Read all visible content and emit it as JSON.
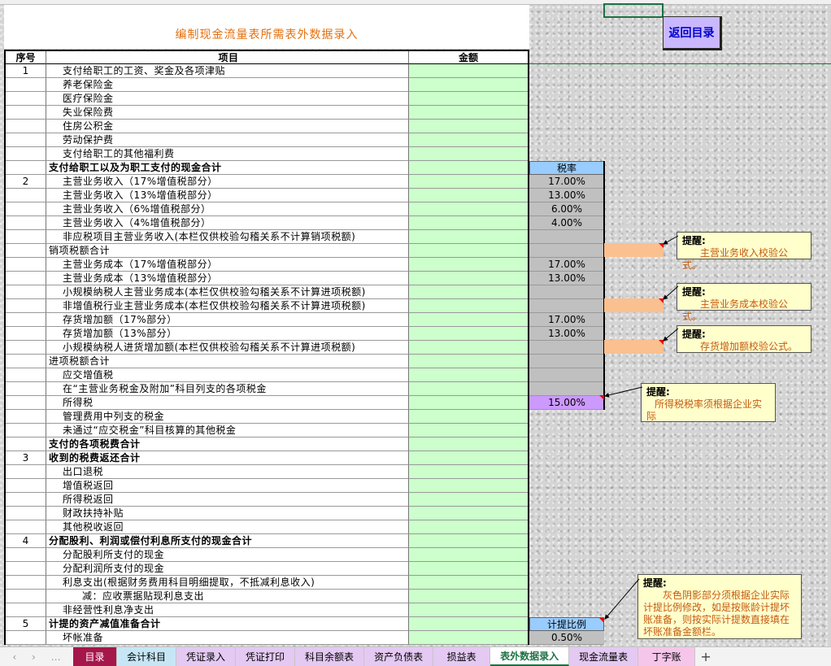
{
  "title": "编制现金流量表所需表外数据录入",
  "return_button": "返回目录",
  "headers": {
    "seq": "序号",
    "item": "项目",
    "amount": "金额"
  },
  "rows": [
    {
      "seq": "1",
      "item": "支付给职工的工资、奖金及各项津贴",
      "style": "ind"
    },
    {
      "seq": "",
      "item": "养老保险金",
      "style": "ind"
    },
    {
      "seq": "",
      "item": "医疗保险金",
      "style": "ind"
    },
    {
      "seq": "",
      "item": "失业保险费",
      "style": "ind"
    },
    {
      "seq": "",
      "item": "住房公积金",
      "style": "ind"
    },
    {
      "seq": "",
      "item": "劳动保护费",
      "style": "ind"
    },
    {
      "seq": "",
      "item": "支付给职工的其他福利费",
      "style": "ind"
    },
    {
      "seq": "",
      "item": "支付给职工以及为职工支付的现金合计",
      "style": "b"
    },
    {
      "seq": "2",
      "item": "主营业务收入（17%增值税部分）",
      "style": "ind"
    },
    {
      "seq": "",
      "item": "主营业务收入（13%增值税部分）",
      "style": "ind"
    },
    {
      "seq": "",
      "item": "主营业务收入（6%增值税部分）",
      "style": "ind"
    },
    {
      "seq": "",
      "item": "主营业务收入（4%增值税部分）",
      "style": "ind"
    },
    {
      "seq": "",
      "item": "非应税项目主营业务收入(本栏仅供校验勾稽关系不计算销项税额)",
      "style": "ind"
    },
    {
      "seq": "",
      "item": "销项税额合计",
      "style": ""
    },
    {
      "seq": "",
      "item": "主营业务成本（17%增值税部分）",
      "style": "ind"
    },
    {
      "seq": "",
      "item": "主营业务成本（13%增值税部分）",
      "style": "ind"
    },
    {
      "seq": "",
      "item": "小规模纳税人主营业务成本(本栏仅供校验勾稽关系不计算进项税额)",
      "style": "ind"
    },
    {
      "seq": "",
      "item": "非增值税行业主营业务成本(本栏仅供校验勾稽关系不计算进项税额)",
      "style": "ind"
    },
    {
      "seq": "",
      "item": "存货增加额（17%部分）",
      "style": "ind"
    },
    {
      "seq": "",
      "item": "存货增加额（13%部分）",
      "style": "ind"
    },
    {
      "seq": "",
      "item": "小规模纳税人进货增加额(本栏仅供校验勾稽关系不计算进项税额)",
      "style": "ind"
    },
    {
      "seq": "",
      "item": "进项税额合计",
      "style": ""
    },
    {
      "seq": "",
      "item": "应交增值税",
      "style": "ind"
    },
    {
      "seq": "",
      "item": "在“主营业务税金及附加”科目列支的各项税金",
      "style": "ind"
    },
    {
      "seq": "",
      "item": "所得税",
      "style": "ind"
    },
    {
      "seq": "",
      "item": "管理费用中列支的税金",
      "style": "ind"
    },
    {
      "seq": "",
      "item": "未通过“应交税金”科目核算的其他税金",
      "style": "ind"
    },
    {
      "seq": "",
      "item": "支付的各项税费合计",
      "style": "b"
    },
    {
      "seq": "3",
      "item": "收到的税费返还合计",
      "style": "b"
    },
    {
      "seq": "",
      "item": "出口退税",
      "style": "ind"
    },
    {
      "seq": "",
      "item": "增值税返回",
      "style": "ind"
    },
    {
      "seq": "",
      "item": "所得税返回",
      "style": "ind"
    },
    {
      "seq": "",
      "item": "财政扶持补贴",
      "style": "ind"
    },
    {
      "seq": "",
      "item": "其他税收返回",
      "style": "ind"
    },
    {
      "seq": "4",
      "item": "分配股利、利润或偿付利息所支付的现金合计",
      "style": "b"
    },
    {
      "seq": "",
      "item": "分配股利所支付的现金",
      "style": "ind"
    },
    {
      "seq": "",
      "item": "分配利润所支付的现金",
      "style": "ind"
    },
    {
      "seq": "",
      "item": "利息支出(根据财务费用科目明细提取，不抵减利息收入)",
      "style": "ind"
    },
    {
      "seq": "",
      "item": "减：应收票据贴现利息支出",
      "style": "ind2"
    },
    {
      "seq": "",
      "item": "非经营性利息净支出",
      "style": "ind"
    },
    {
      "seq": "5",
      "item": "计提的资产减值准备合计",
      "style": "b"
    },
    {
      "seq": "",
      "item": "坏帐准备",
      "style": "ind"
    }
  ],
  "tax_rate": {
    "header": "税率",
    "values": [
      "17.00%",
      "13.00%",
      "6.00%",
      "4.00%",
      "",
      "",
      "17.00%",
      "13.00%",
      "",
      "",
      "17.00%",
      "13.00%",
      "",
      "",
      "",
      "",
      "15.00%"
    ]
  },
  "provision": {
    "header": "计提比例",
    "value": "0.50%"
  },
  "notes": [
    {
      "title": "提醒:",
      "text": "主营业务收入校验公式。"
    },
    {
      "title": "提醒:",
      "text": "主营业务成本校验公式。"
    },
    {
      "title": "提醒:",
      "text": "存货增加额校验公式。"
    },
    {
      "title": "提醒:",
      "text": "所得税税率须根据企业实际"
    },
    {
      "title": "提醒:",
      "text": "灰色阴影部分须根据企业实际计提比例修改，如是按账龄计提坏账准备，则按实际计提数直接填在坏账准备金额栏。"
    }
  ],
  "tabs": [
    "目录",
    "会计科目",
    "凭证录入",
    "凭证打印",
    "科目余额表",
    "资产负债表",
    "损益表",
    "表外数据录入",
    "现金流量表",
    "丁字账"
  ],
  "active_tab": "表外数据录入",
  "add_tab": "+"
}
